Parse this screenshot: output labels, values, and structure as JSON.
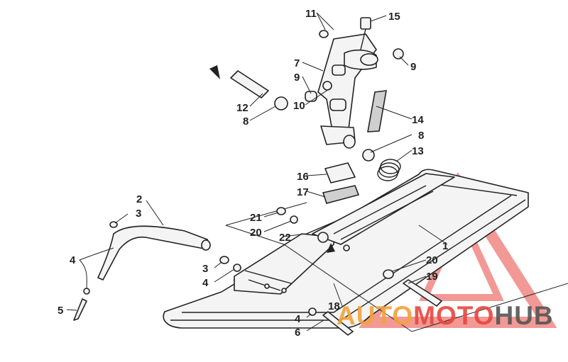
{
  "diagram": {
    "callouts": {
      "c1": "1",
      "c2": "2",
      "c3a": "3",
      "c3b": "3",
      "c4a": "4",
      "c4b": "4",
      "c4c": "4",
      "c5": "5",
      "c6": "6",
      "c7": "7",
      "c8a": "8",
      "c8b": "8",
      "c9a": "9",
      "c9b": "9",
      "c10": "10",
      "c11": "11",
      "c12": "12",
      "c13": "13",
      "c14": "14",
      "c15": "15",
      "c16": "16",
      "c17": "17",
      "c18": "18",
      "c19": "19",
      "c20a": "20",
      "c20b": "20",
      "c21": "21",
      "c22": "22"
    }
  },
  "watermark": {
    "word_a": "AUTO",
    "word_b": "MOTO",
    "word_c": "HUB",
    "colors": {
      "triangle": "#e8463f",
      "auto": "#f2a33a",
      "moto": "#e8463f",
      "hub": "#555555"
    }
  }
}
